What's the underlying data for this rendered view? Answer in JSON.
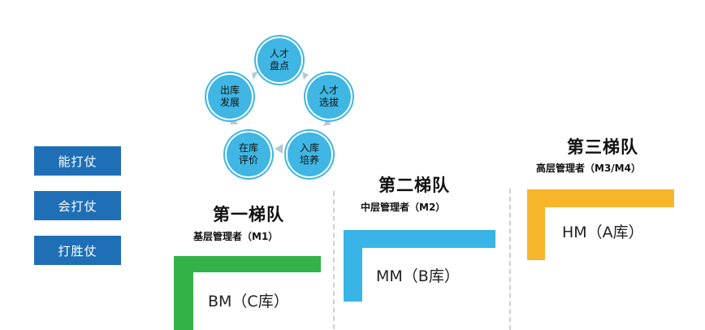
{
  "side_buttons": [
    "能打仗",
    "会打仗",
    "打胜仗"
  ],
  "cycle": {
    "nodes": [
      "人才\n盘点",
      "人才\n选拔",
      "入库\n培养",
      "在库\n评价",
      "出库\n发展"
    ]
  },
  "tiers": [
    {
      "title": "第一梯队",
      "subtitle": "基层管理者（M1）",
      "label": "BM（C库）",
      "color": "#34b24a"
    },
    {
      "title": "第二梯队",
      "subtitle": "中层管理者（M2）",
      "label": "MM（B库）",
      "color": "#38b4e6"
    },
    {
      "title": "第三梯队",
      "subtitle": "高层管理者（M3/M4）",
      "label": "HM（A库）",
      "color": "#f7b52c"
    }
  ],
  "colors": {
    "button_blue": "#1f6fb6",
    "cycle_blue": "#3fb6e3",
    "arrow_gray": "#b8c7d6"
  }
}
